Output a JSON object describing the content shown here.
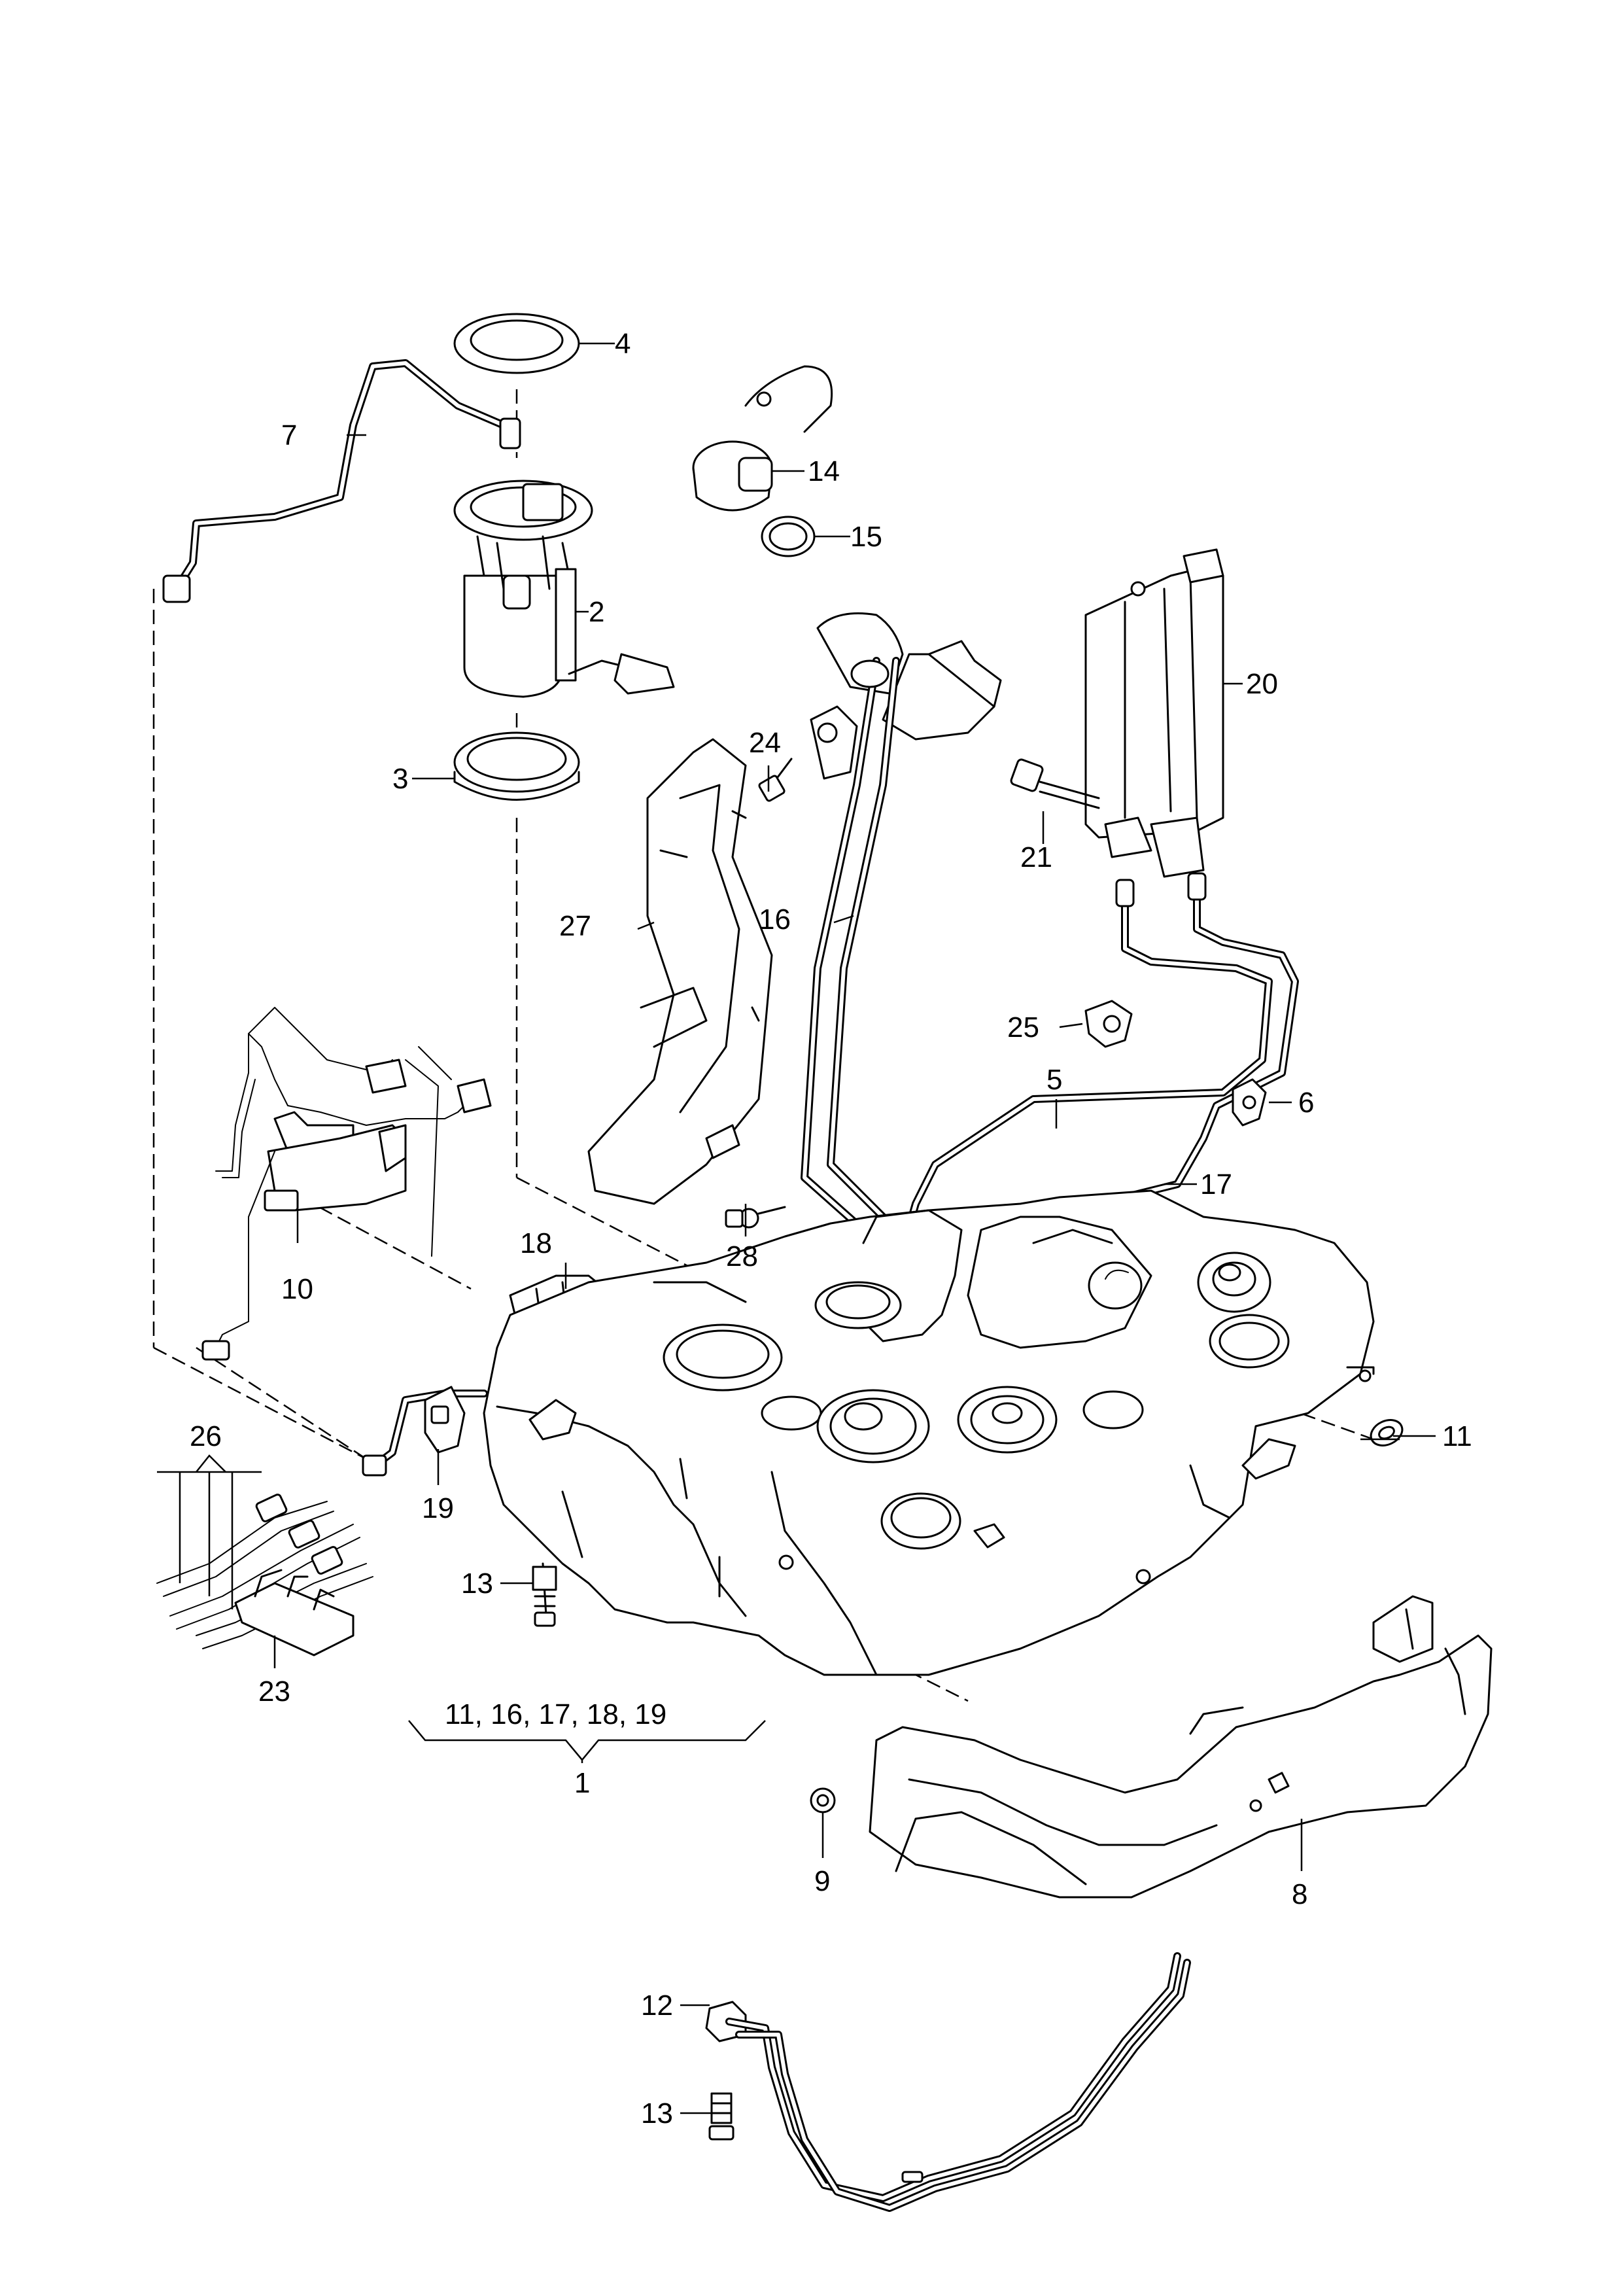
{
  "callouts": {
    "c1": "1",
    "c2": "2",
    "c3": "3",
    "c4": "4",
    "c5": "5",
    "c6": "6",
    "c7": "7",
    "c8": "8",
    "c9": "9",
    "c10": "10",
    "c11a": "11",
    "c12": "12",
    "c13a": "13",
    "c13b": "13",
    "c14": "14",
    "c15": "15",
    "c16": "16",
    "c17": "17",
    "c18": "18",
    "c19": "19",
    "c20": "20",
    "c21": "21",
    "c23": "23",
    "c24": "24",
    "c25": "25",
    "c26": "26",
    "c27": "27",
    "c28": "28",
    "group1_components": "11, 16, 17, 18, 19"
  }
}
